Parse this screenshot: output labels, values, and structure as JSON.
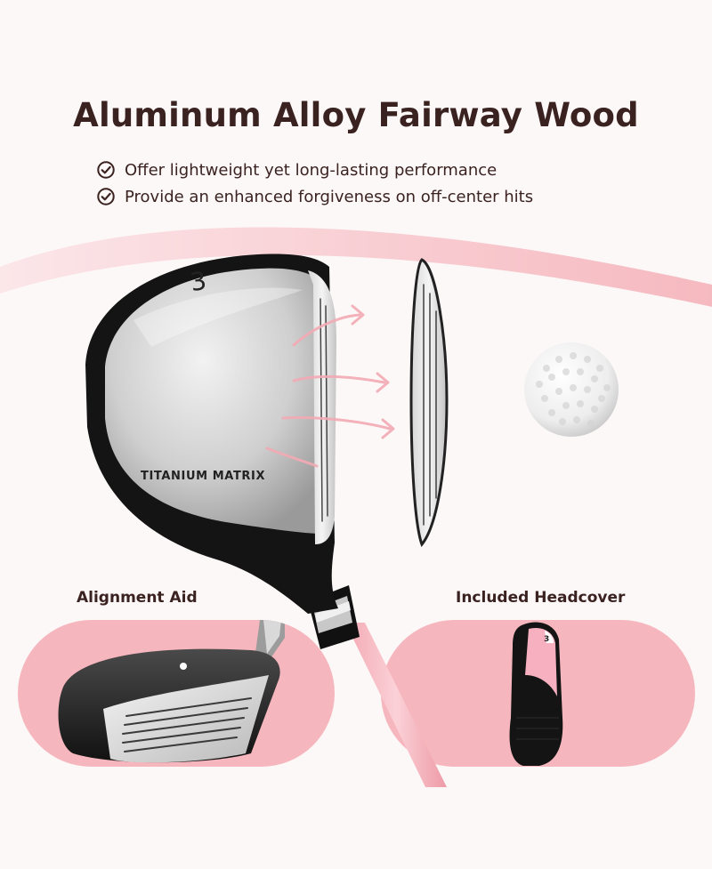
{
  "header": {
    "title": "Aluminum Alloy Fairway Wood",
    "features": [
      "Offer lightweight yet long-lasting performance",
      "Provide an enhanced forgiveness on off-center hits"
    ]
  },
  "club": {
    "number": "3",
    "brand": "TITANIUM MATRIX"
  },
  "panels": {
    "alignment": {
      "label": "Alignment Aid"
    },
    "headcover": {
      "label": "Included Headcover"
    }
  },
  "icons": {
    "feature_check": "check-circle-icon",
    "impact_arrow": "arrow-right-icon"
  },
  "colors": {
    "accent_pink": "#f6b6bd",
    "text_dark": "#3a2220",
    "background": "#fdf8f8"
  }
}
